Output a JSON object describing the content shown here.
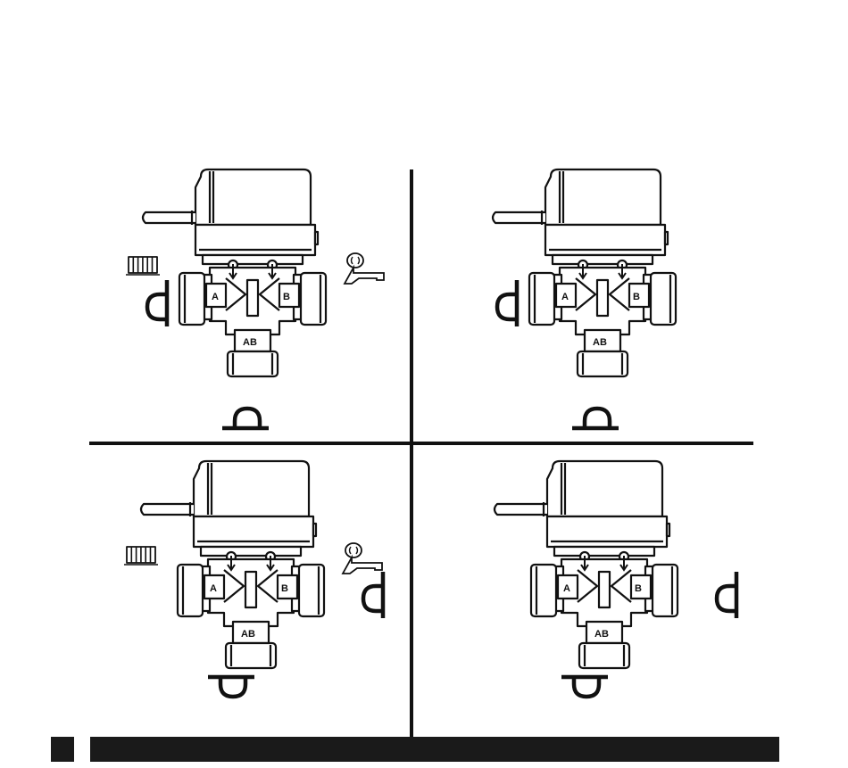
{
  "colors": {
    "ink": "#111111",
    "paper": "#ffffff",
    "actuator_body": "#ffffff",
    "footer_bar": "#1a1a1a"
  },
  "port_labels": {
    "a": "A",
    "b": "B",
    "ab": "AB"
  },
  "panels": [
    {
      "id": "top-left",
      "radiator_icon": true,
      "tap_icon": true,
      "flow_a": "left",
      "flow_b": "none",
      "flow_ab": "below"
    },
    {
      "id": "top-right",
      "radiator_icon": false,
      "tap_icon": false,
      "flow_a": "left",
      "flow_b": "none",
      "flow_ab": "below"
    },
    {
      "id": "bottom-left",
      "radiator_icon": true,
      "tap_icon": true,
      "flow_a": "none",
      "flow_b": "right",
      "flow_ab": "below"
    },
    {
      "id": "bottom-right",
      "radiator_icon": false,
      "tap_icon": false,
      "flow_a": "none",
      "flow_b": "right",
      "flow_ab": "below"
    }
  ],
  "icons": {
    "radiator": "radiator-icon",
    "tap": "tap-icon",
    "flow": "flow-arrow-icon"
  }
}
